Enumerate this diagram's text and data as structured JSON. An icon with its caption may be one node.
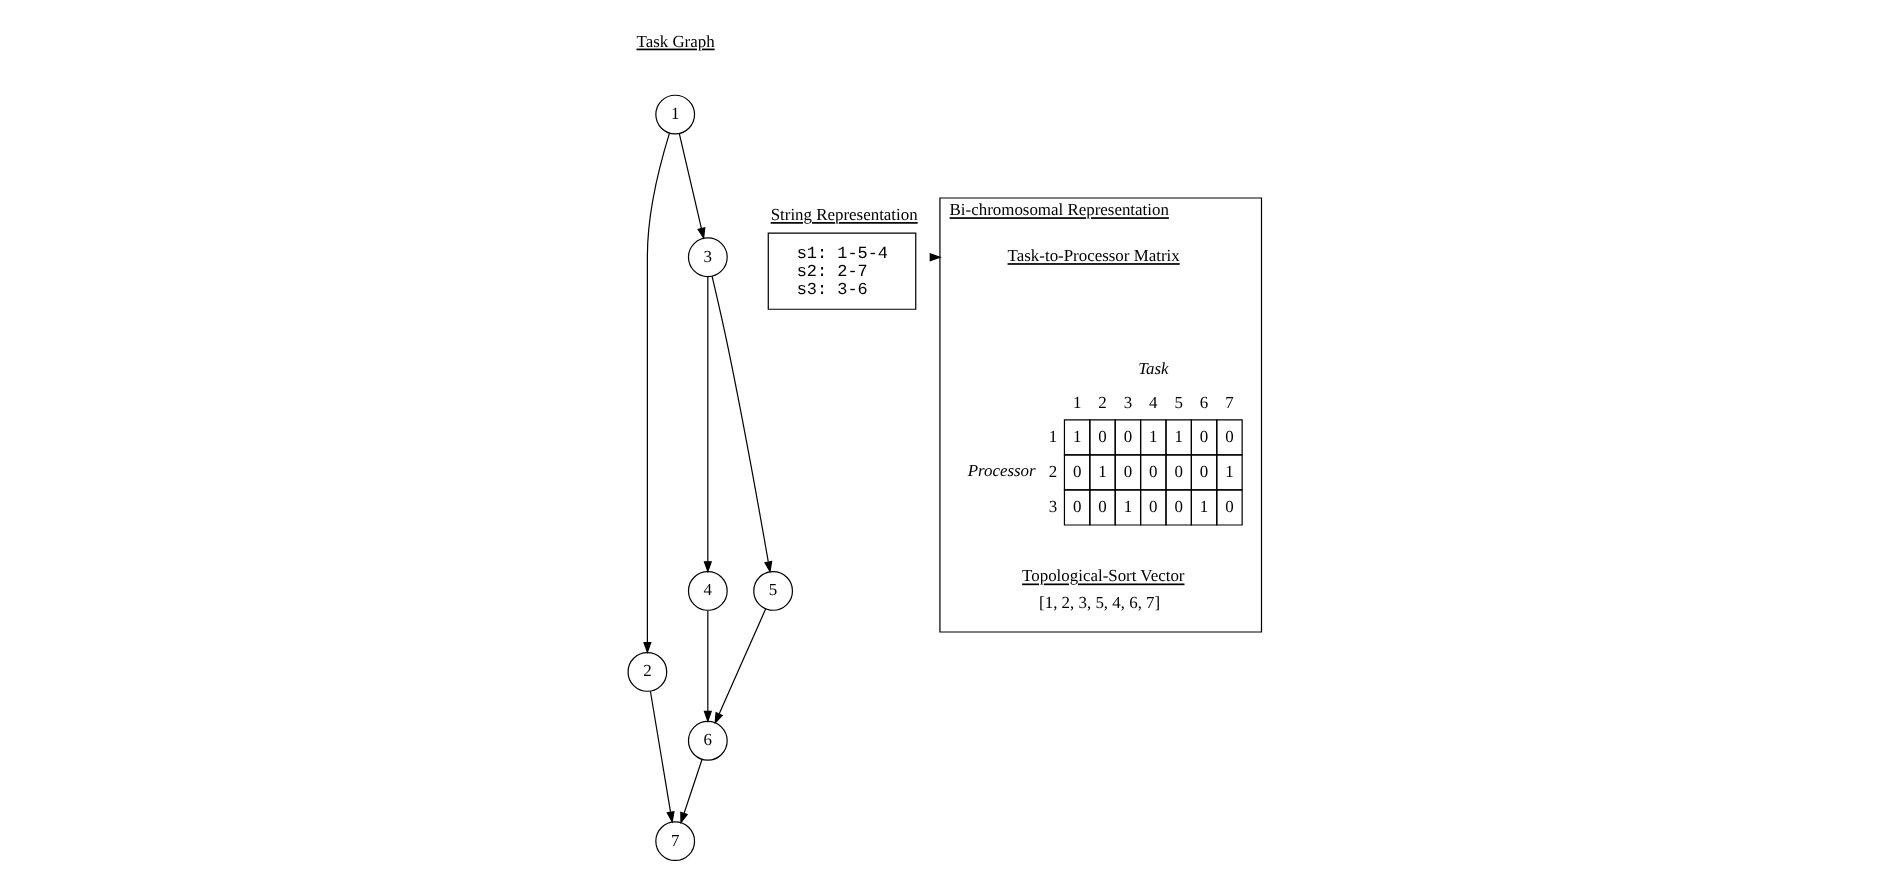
{
  "diagram": {
    "nodes": [
      {
        "text": [
          "1"
        ]
      },
      {
        "text": [
          "2"
        ]
      },
      {
        "text": [
          "3"
        ]
      },
      {
        "text": [
          "4"
        ]
      },
      {
        "text": [
          "5"
        ]
      },
      {
        "text": [
          "6"
        ]
      },
      {
        "text": [
          "7"
        ]
      },
      {
        "text": [
          "String Representation",
          "s1: 1-5-4",
          "s2: 2-7",
          "s3: 3-6"
        ]
      },
      {
        "text": [
          "Bi-chromosomal Representation"
        ]
      },
      {
        "text": [
          "Task-to-Processor Matrix"
        ],
        "in": 8
      },
      {
        "text": [
          "Topological-Sort Vector",
          "[1, 2, 3, 5, 4, 6, 7]"
        ],
        "in": 8
      }
    ],
    "edges": [
      {
        "from": 0,
        "to": 1,
        "arrow": "to"
      },
      {
        "from": 0,
        "to": 2,
        "arrow": "to"
      },
      {
        "from": 2,
        "to": 3,
        "arrow": "to"
      },
      {
        "from": 2,
        "to": 4,
        "arrow": "to"
      },
      {
        "from": 3,
        "to": 5,
        "arrow": "to"
      },
      {
        "from": 4,
        "to": 5,
        "arrow": "to"
      },
      {
        "from": 1,
        "to": 6,
        "arrow": "to"
      },
      {
        "from": 5,
        "to": 6,
        "arrow": "to"
      },
      {
        "from": 7,
        "to": 8,
        "arrow": "to"
      }
    ],
    "labels": [
      "Task Graph",
      "Task",
      "1",
      "2",
      "3",
      "4",
      "5",
      "6",
      "7",
      "Processor",
      "1",
      "1",
      "0",
      "0",
      "1",
      "1",
      "0",
      "0",
      "2",
      "0",
      "1",
      "0",
      "0",
      "0",
      "0",
      "1",
      "3",
      "0",
      "0",
      "1",
      "0",
      "0",
      "1",
      "0"
    ]
  }
}
